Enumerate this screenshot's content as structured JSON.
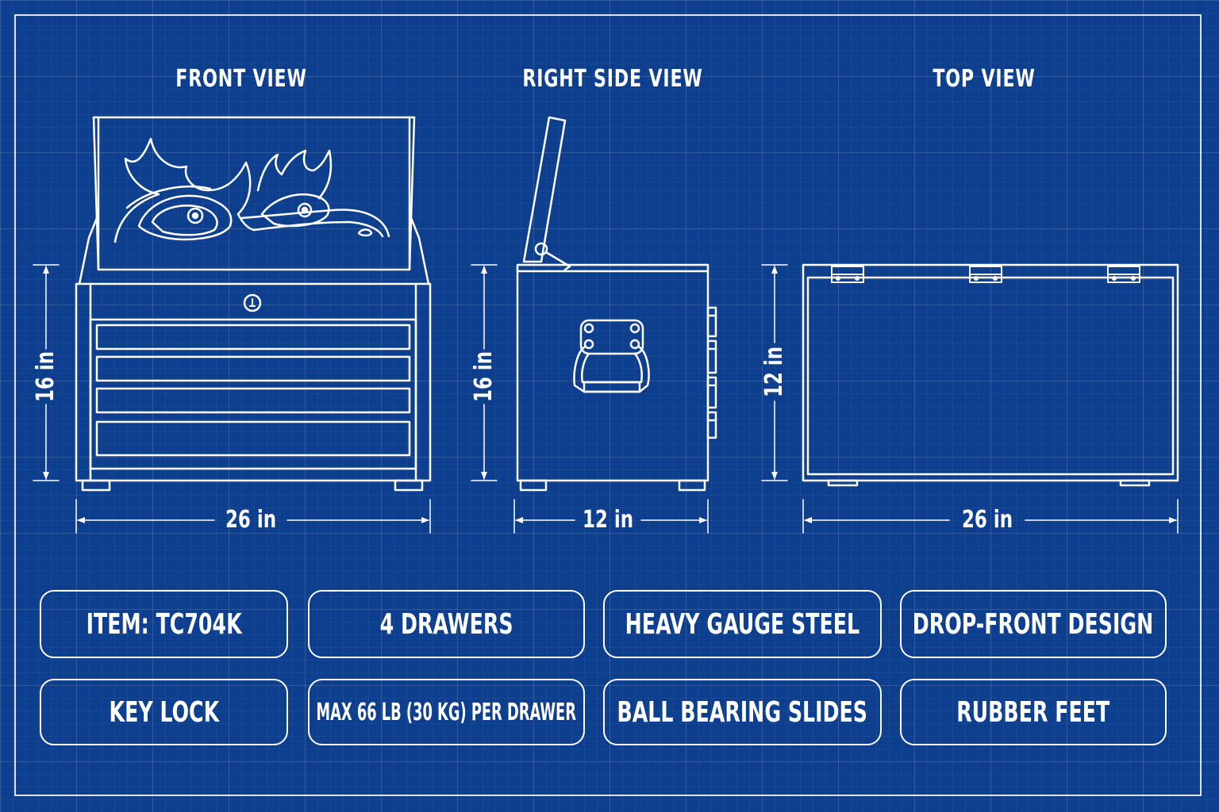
{
  "views": {
    "front": {
      "title": "FRONT VIEW",
      "height_label": "16 in",
      "width_label": "26 in"
    },
    "side": {
      "title": "RIGHT SIDE VIEW",
      "height_label": "16 in",
      "width_label": "12 in"
    },
    "top": {
      "title": "TOP VIEW",
      "depth_label": "12 in",
      "width_label": "26 in"
    }
  },
  "features": [
    "ITEM: TC704K",
    "4 DRAWERS",
    "HEAVY GAUGE STEEL",
    "DROP-FRONT DESIGN",
    "KEY LOCK",
    "MAX 66 LB (30 KG) PER DRAWER",
    "BALL BEARING SLIDES",
    "RUBBER FEET"
  ],
  "colors": {
    "background": "#0e3f8f",
    "line": "#ffffff"
  }
}
